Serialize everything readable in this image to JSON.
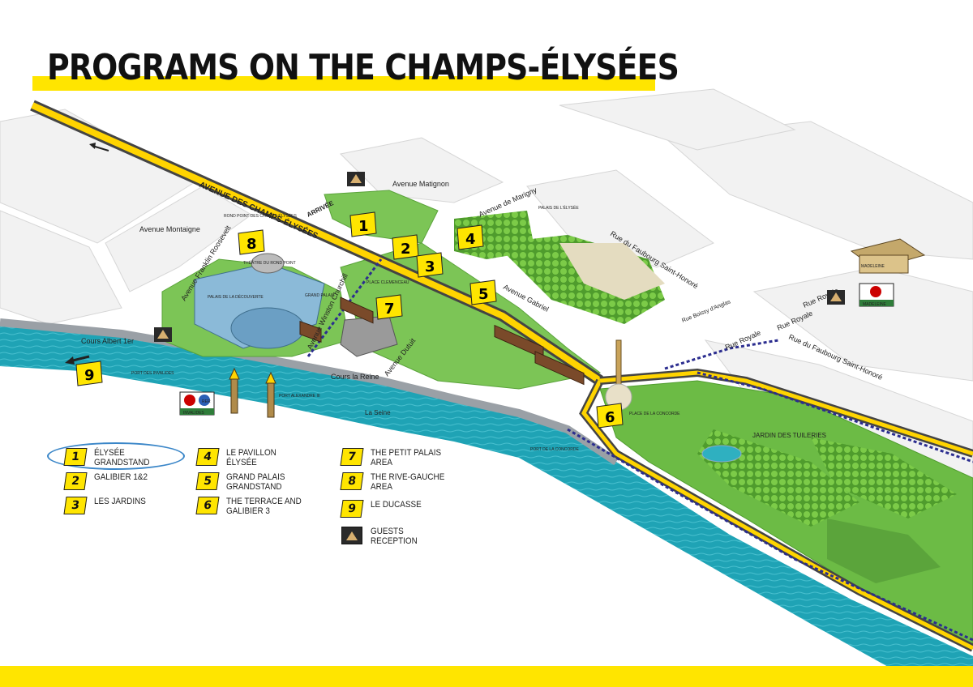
{
  "title": "PROGRAMS ON THE CHAMPS-ÉLYSÉES",
  "streets": {
    "champs": "AVENUE DES CHAMPS-ÉLYSÉES",
    "matignon": "Avenue Matignon",
    "marigny": "Avenue de Marigny",
    "montaigne": "Avenue Montaigne",
    "franklin": "Avenue Franklin Roosevelt",
    "churchill": "Avenue Winston Churchill",
    "dutuit": "Avenue Dutuit",
    "gabriel": "Avenue Gabriel",
    "faubourg1": "Rue du Faubourg Saint-Honoré",
    "faubourg2": "Rue du Faubourg Saint-Honoré",
    "boissy": "Rue Boissy d'Anglas",
    "royale1": "Rue Royale",
    "royale2": "Rue Royale",
    "royale3": "Rue Royale",
    "albert": "Cours Albert 1er",
    "reine": "Cours la Reine",
    "seine": "La Seine",
    "arrivee": "ARRIVÉE"
  },
  "places": {
    "palais_elysee": "PALAIS DE L'ÉLYSÉE",
    "rond_point": "ROND POINT DES CHAMPS-ÉLYSÉES",
    "theatre": "THÉÂTRE DU ROND POINT",
    "palais_decouverte": "PALAIS DE LA DÉCOUVERTE",
    "grand_palais": "GRAND PALAIS",
    "place_clemenceau": "PLACE CLEMENCEAU",
    "ports_invalides": "PORT DES INVALIDES",
    "port_alexandre": "PORT ALEXANDRE III",
    "invalides": "INVALIDES",
    "concorde_place": "PLACE DE LA CONCORDE",
    "port_concorde": "PORT DE LA CONCORDE",
    "tuileries": "JARDIN DES TUILERIES",
    "madeleine_bldg": "MADELEINE",
    "madeleine_station": "MADELEINE",
    "rer": "RER"
  },
  "map_badges": [
    "1",
    "2",
    "3",
    "4",
    "5",
    "6",
    "7",
    "8",
    "9"
  ],
  "legend": [
    {
      "num": "1",
      "label": "ÉLYSÉE GRANDSTAND"
    },
    {
      "num": "2",
      "label": "GALIBIER 1&2"
    },
    {
      "num": "3",
      "label": "LES JARDINS"
    },
    {
      "num": "4",
      "label": "LE PAVILLON ÉLYSÉE"
    },
    {
      "num": "5",
      "label": "GRAND PALAIS GRANDSTAND"
    },
    {
      "num": "6",
      "label": "THE TERRACE AND GALIBIER 3"
    },
    {
      "num": "7",
      "label": "THE PETIT PALAIS AREA"
    },
    {
      "num": "8",
      "label": "THE RIVE-GAUCHE AREA"
    },
    {
      "num": "9",
      "label": "LE DUCASSE"
    },
    {
      "num": "",
      "label": "GUESTS RECEPTION"
    }
  ],
  "highlighted_legend_item": "1",
  "colors": {
    "accent": "#ffe500",
    "route": "#f5c800",
    "water": "#1fa3b5",
    "grass": "#6fbf45",
    "metro": "#2b2d8f",
    "text": "#222222"
  },
  "icons": {
    "reception": "guests-reception-icon",
    "direction": "arrow-left-icon",
    "metro": "metro-icon"
  }
}
